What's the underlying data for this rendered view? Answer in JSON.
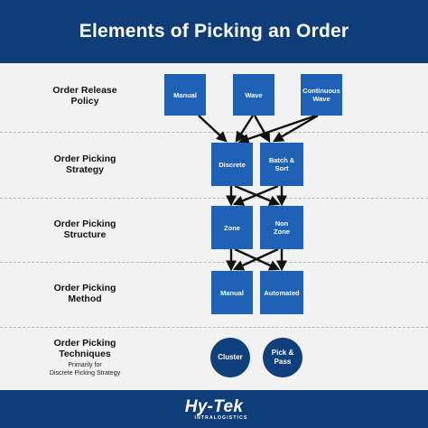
{
  "title": "Elements of Picking an Order",
  "rows": [
    {
      "label": "Order Release\nPolicy"
    },
    {
      "label": "Order Picking\nStrategy"
    },
    {
      "label": "Order Picking\nStructure"
    },
    {
      "label": "Order Picking\nMethod"
    },
    {
      "label": "Order Picking\nTechniques",
      "sub": "Primarily for\nDiscrete Picking Strategy"
    }
  ],
  "nodes": {
    "manual_release": "Manual",
    "wave": "Wave",
    "continuous_wave": "Continuous\nWave",
    "discrete": "Discrete",
    "batch_sort": "Batch & Sort",
    "zone": "Zone",
    "non_zone": "Non\nZone",
    "manual_method": "Manual",
    "automated": "Automated"
  },
  "techniques": {
    "cluster": "Cluster",
    "pick_pass": "Pick &\nPass"
  },
  "logo": {
    "main": "Hy-Tek",
    "sub": "INTRALOGISTICS"
  },
  "colors": {
    "header": "#0f3d78",
    "node": "#1e62b7",
    "circle": "#103f7e",
    "arrow": "#111111"
  }
}
